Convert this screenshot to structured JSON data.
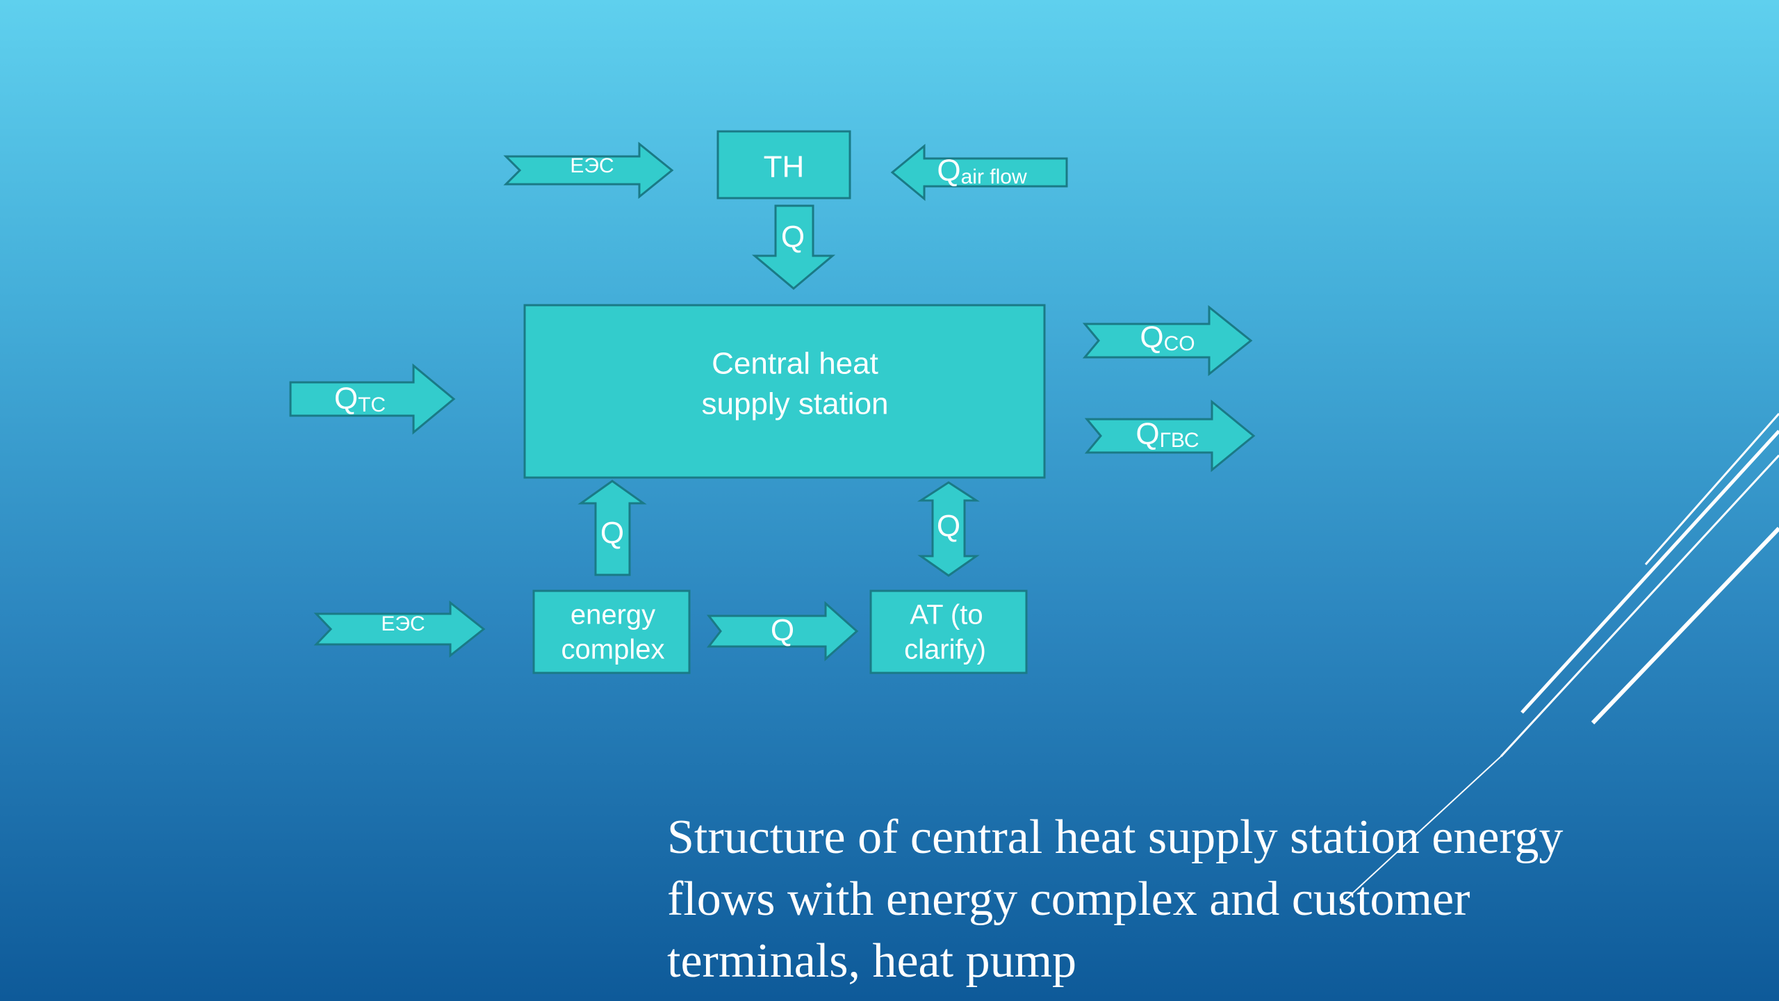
{
  "diagram": {
    "nodes": {
      "th": "TH",
      "central": {
        "line1": "Central heat",
        "line2": "supply station"
      },
      "energy_complex": {
        "line1": "energy",
        "line2": "complex"
      },
      "at": {
        "line1": "AT (to",
        "line2": "clarify)"
      }
    },
    "arrows": {
      "ees_top": "ЕЭС",
      "air_flow": {
        "base": "Q",
        "sub": "air flow"
      },
      "th_to_central": "Q",
      "qtc": {
        "base": "Q",
        "sub": "TC"
      },
      "qco": {
        "base": "Q",
        "sub": "CO"
      },
      "qgvs": {
        "base": "Q",
        "sub": "ГВС"
      },
      "energy_up": "Q",
      "at_bidir": "Q",
      "ees_bottom": "ЕЭС",
      "energy_to_at": "Q"
    }
  },
  "caption": "Structure of central heat supply station energy flows with energy complex and customer terminals, heat pump",
  "colors": {
    "shape_fill": "#33cccc",
    "shape_stroke": "#1a7a86",
    "text": "#ffffff"
  }
}
